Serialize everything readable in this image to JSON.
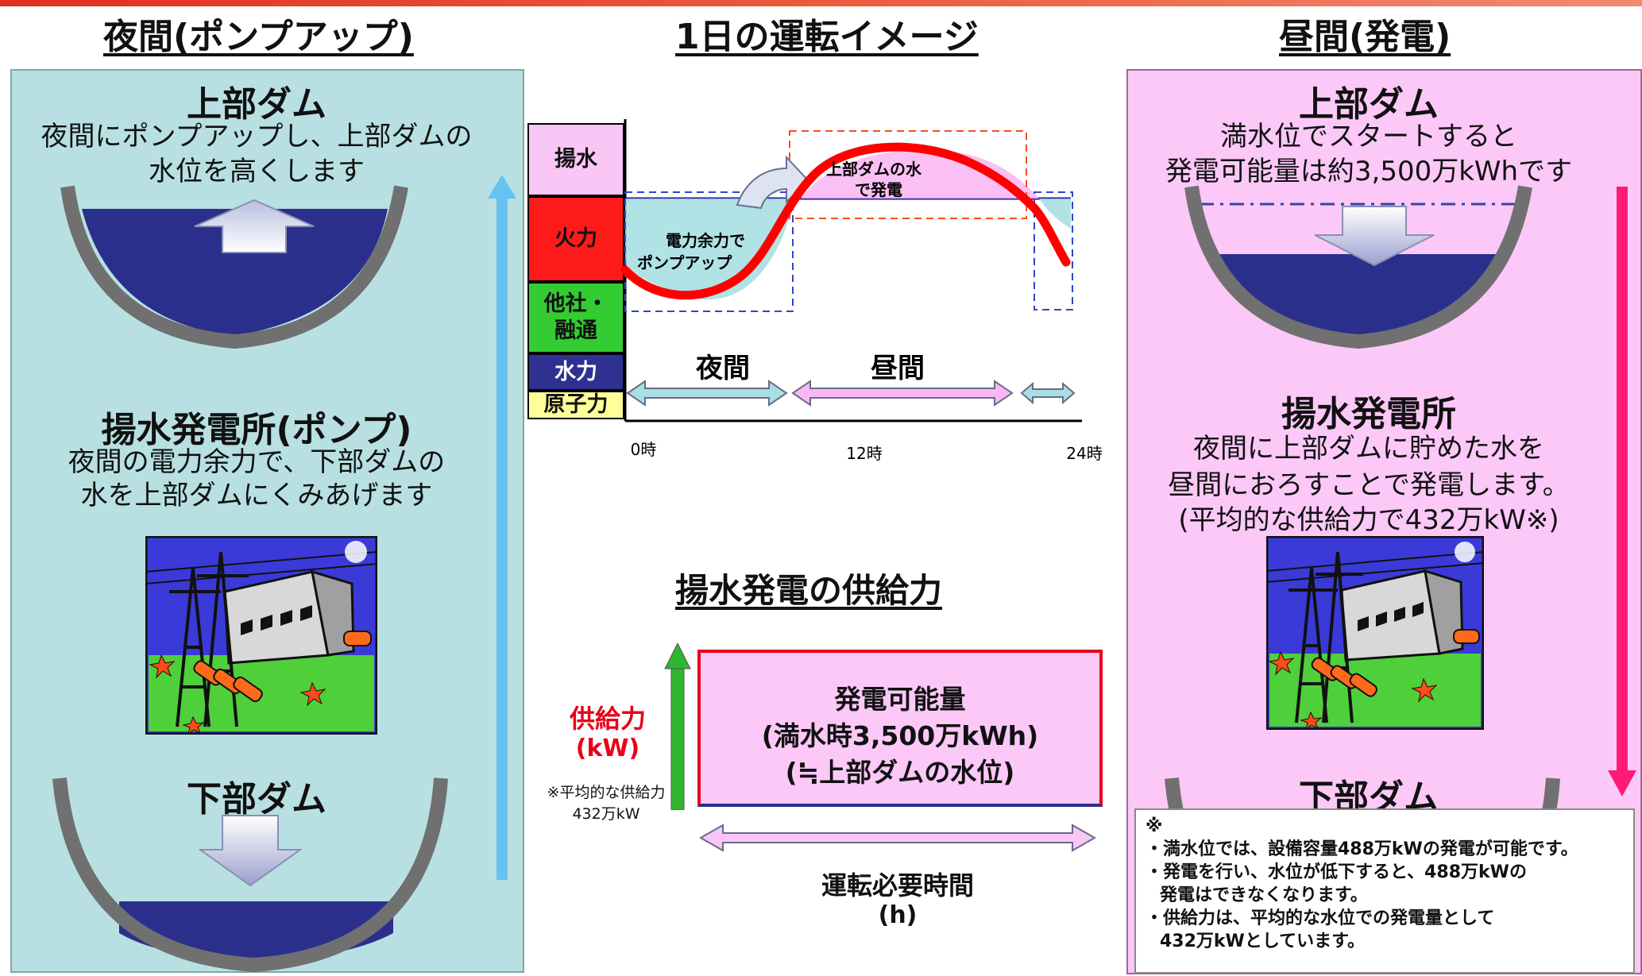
{
  "headings": {
    "night": "夜間(ポンプアップ)",
    "image": "1日の運転イメージ",
    "day": "昼間(発電)",
    "supply": "揚水発電の供給力"
  },
  "left_panel": {
    "upper_title": "上部ダム",
    "upper_desc_1": "夜間にポンプアップし、上部ダムの",
    "upper_desc_2": "水位を高くします",
    "station_title": "揚水発電所(ポンプ)",
    "station_desc_1": "夜間の電力余力で、下部ダムの",
    "station_desc_2": "水を上部ダムにくみあげます",
    "lower_title": "下部ダム"
  },
  "right_panel": {
    "upper_title": "上部ダム",
    "upper_desc_1": "満水位でスタートすると",
    "upper_desc_2": "発電可能量は約3,500万kWhです",
    "station_title": "揚水発電所",
    "station_desc_1": "夜間に上部ダムに貯めた水を",
    "station_desc_2": "昼間におろすことで発電します。",
    "station_desc_3": "(平均的な供給力で432万kW※)",
    "lower_title": "下部ダム"
  },
  "daily_chart": {
    "legend": [
      "揚水",
      "火力",
      "他社・\n融通",
      "水力",
      "原子力"
    ],
    "legend_colors": [
      "#f9c6f6",
      "#ff1a1a",
      "#33cc33",
      "#2e3192",
      "#ffff99"
    ],
    "callout_night": [
      "電力余力で",
      "ポンプアップ"
    ],
    "callout_day": [
      "上部ダムの水",
      "で発電"
    ],
    "period_night": "夜間",
    "period_day": "昼間",
    "x_ticks": [
      "0時",
      "12時",
      "24時"
    ]
  },
  "supply_chart": {
    "ylabel_1": "供給力",
    "ylabel_2": "(kW)",
    "ynote_1": "※平均的な供給力",
    "ynote_2": "432万kW",
    "box_line_1": "発電可能量",
    "box_line_2": "(満水時3,500万kWh)",
    "box_line_3": "(≒上部ダムの水位)",
    "xlabel_1": "運転必要時間",
    "xlabel_2": "(h)"
  },
  "note": {
    "mark": "※",
    "line_1": "・満水位では、設備容量488万kWの発電が可能です。",
    "line_2": "・発電を行い、水位が低下すると、488万kWの",
    "line_3": "発電はできなくなります。",
    "line_4": "・供給力は、平均的な水位での発電量として",
    "line_5": "432万kWとしています。"
  },
  "colors": {
    "left_panel_bg": "#b8e0e2",
    "right_panel_bg": "#fbc8f8",
    "water": "#2b2f8c",
    "demand_curve": "#ff0000",
    "up_arrow": "#66c2f0",
    "down_arrow": "#ff1a75"
  }
}
